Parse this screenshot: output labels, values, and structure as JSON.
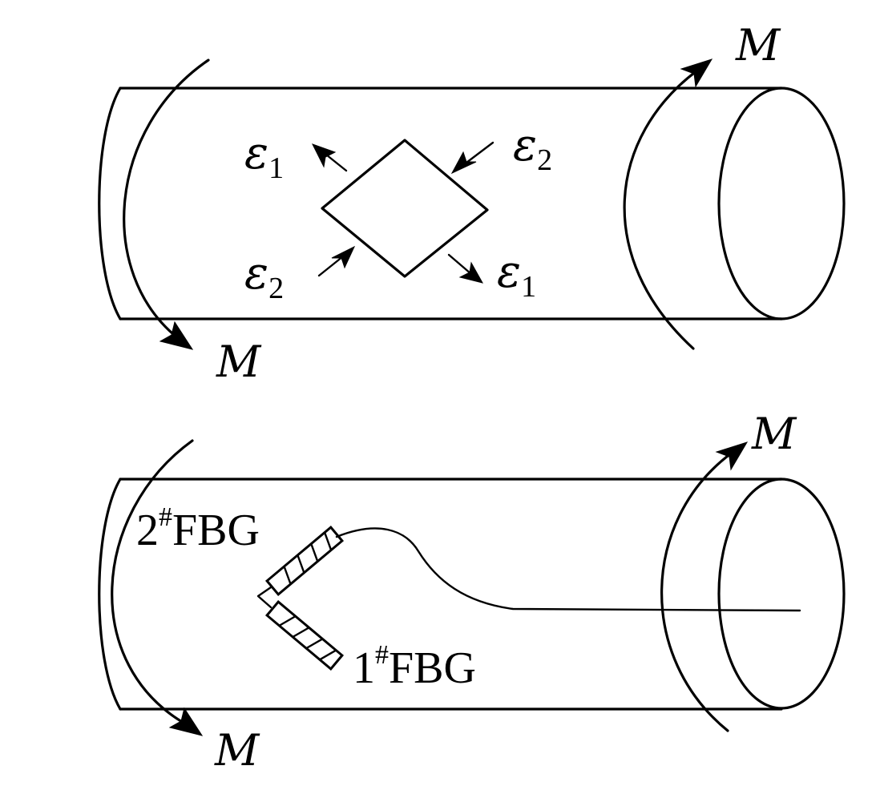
{
  "top_panel": {
    "moment_label_right": "M",
    "moment_label_left": "M",
    "strain_tl": {
      "base": "ε",
      "sub": "1"
    },
    "strain_tr": {
      "base": "ε",
      "sub": "2"
    },
    "strain_bl": {
      "base": "ε",
      "sub": "2"
    },
    "strain_br": {
      "base": "ε",
      "sub": "1"
    }
  },
  "bottom_panel": {
    "moment_label_right": "M",
    "moment_label_left": "M",
    "sensor_upper": {
      "number": "2",
      "sup": "#",
      "name": "FBG"
    },
    "sensor_lower": {
      "number": "1",
      "sup": "#",
      "name": "FBG"
    }
  }
}
